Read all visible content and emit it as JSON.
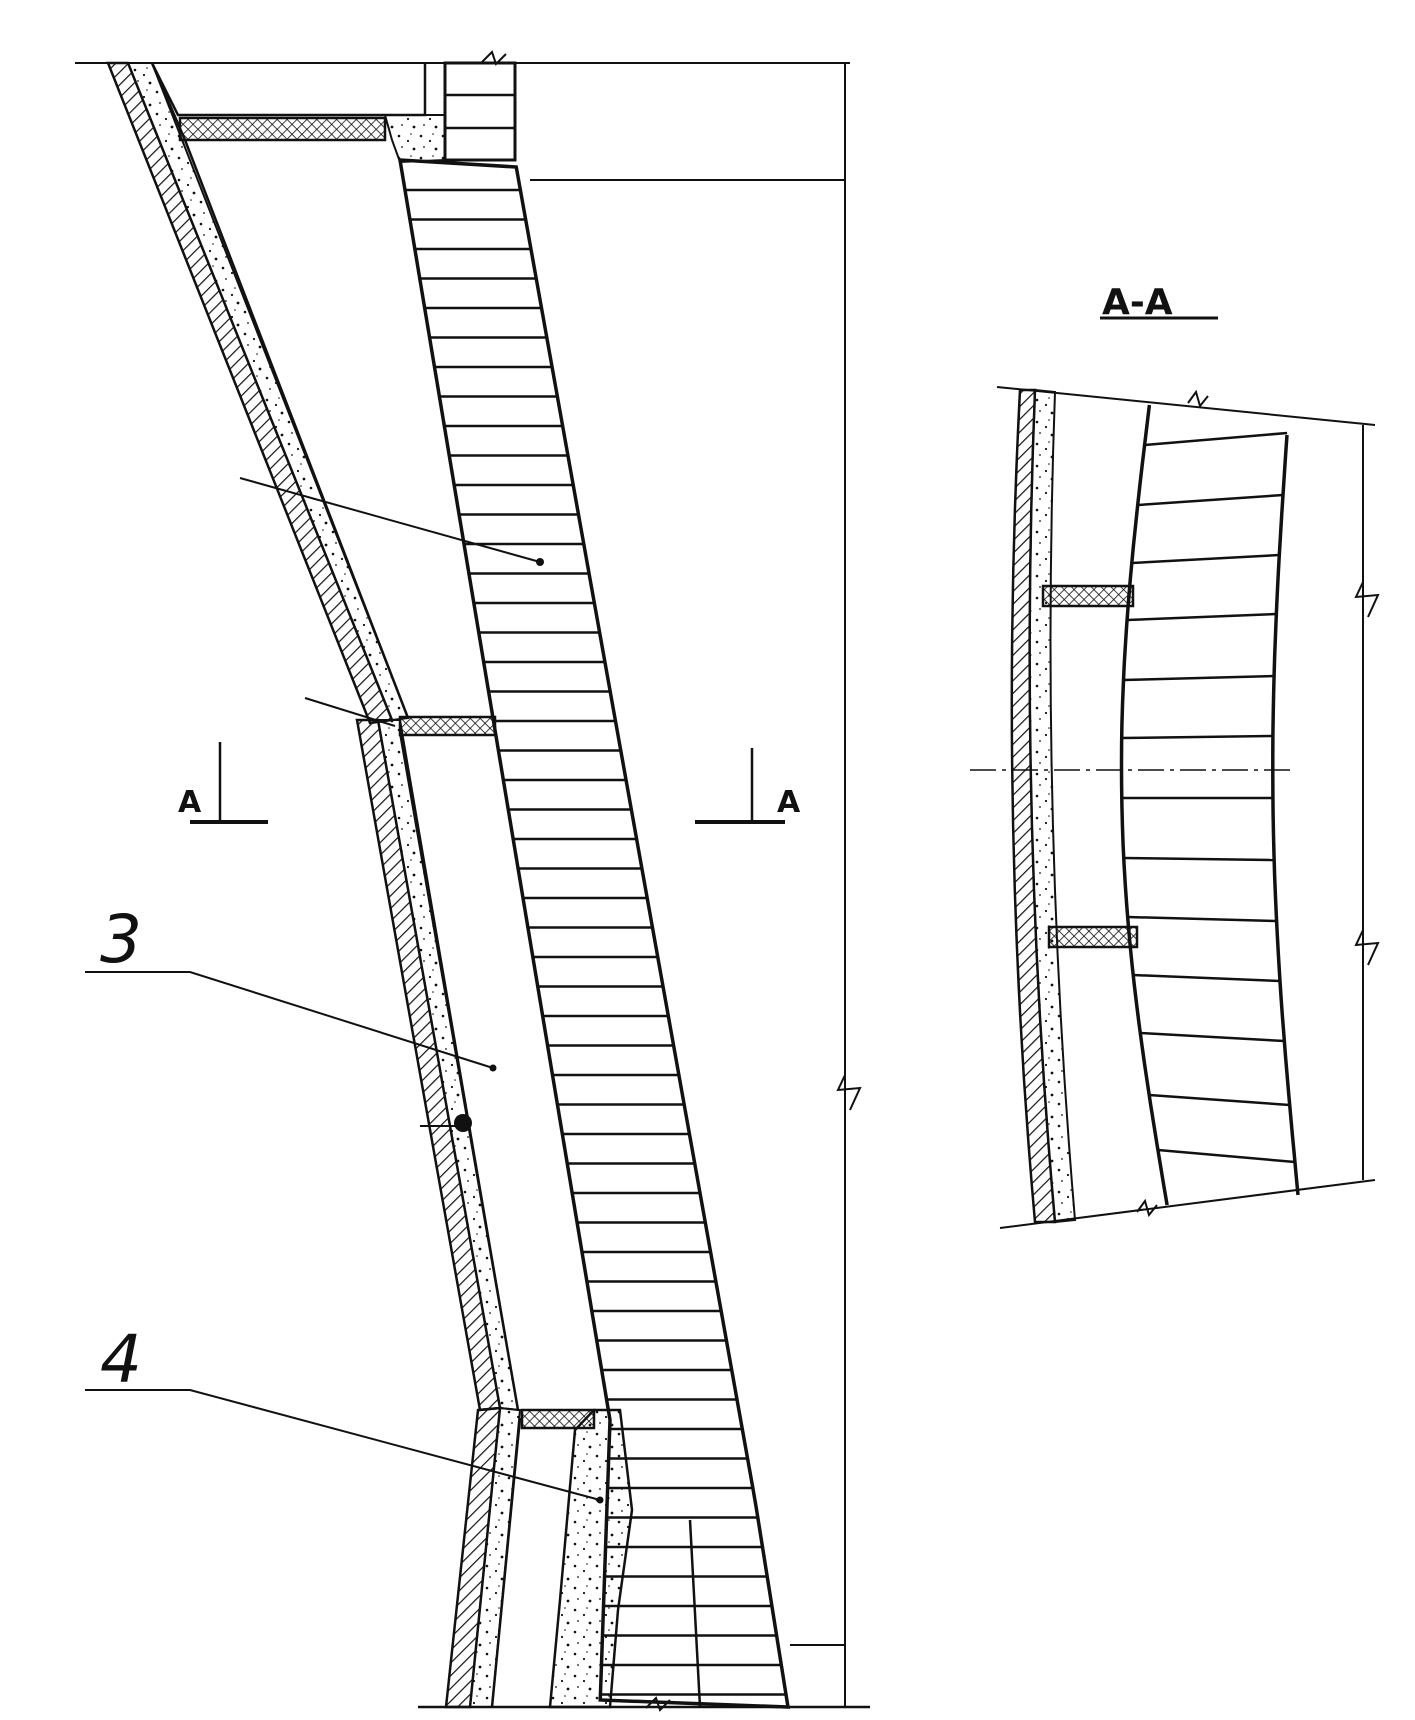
{
  "drawing": {
    "callouts": [
      {
        "id": "3",
        "label": "3"
      },
      {
        "id": "4",
        "label": "4"
      }
    ],
    "section_marks": {
      "left": "A",
      "right": "A",
      "view_title": "A-A"
    },
    "colors": {
      "ink": "#111111",
      "paper": "#ffffff"
    }
  }
}
